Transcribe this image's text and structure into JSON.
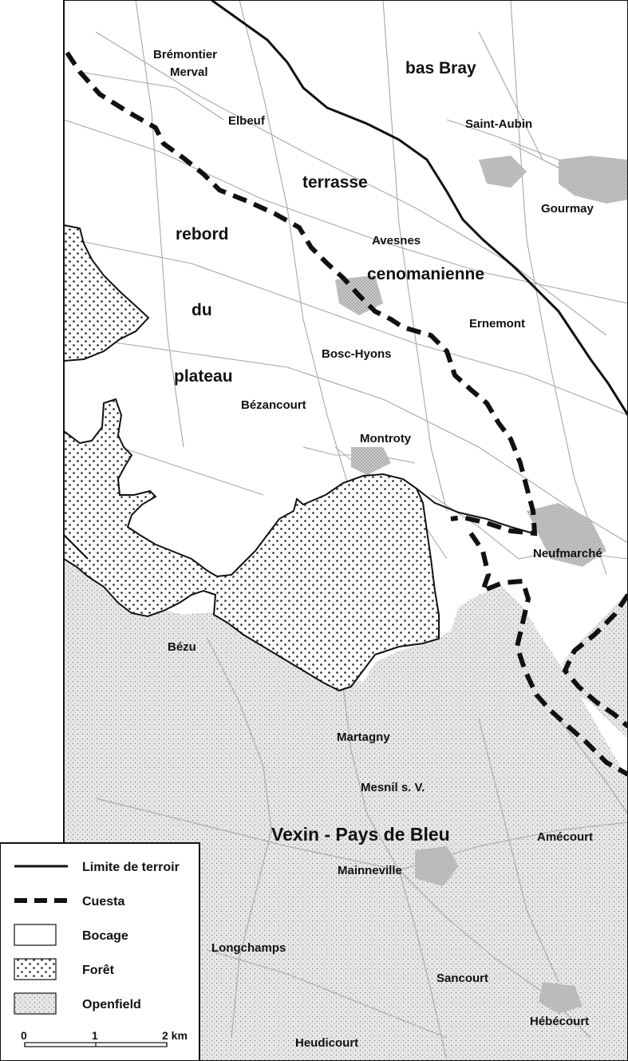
{
  "map": {
    "places": [
      {
        "id": "bremontier",
        "text": "Brémontier"
      },
      {
        "id": "merval",
        "text": "Merval"
      },
      {
        "id": "bas-bray",
        "text": "bas Bray"
      },
      {
        "id": "elbeuf",
        "text": "Elbeuf"
      },
      {
        "id": "saint-aubin",
        "text": "Saint-Aubin"
      },
      {
        "id": "terrasse",
        "text": "terrasse"
      },
      {
        "id": "gourmay",
        "text": "Gourmay"
      },
      {
        "id": "rebord",
        "text": "rebord"
      },
      {
        "id": "avesnes",
        "text": "Avesnes"
      },
      {
        "id": "cenomanienne",
        "text": "cenomanienne"
      },
      {
        "id": "du",
        "text": "du"
      },
      {
        "id": "ernemont",
        "text": "Ernemont"
      },
      {
        "id": "bosc-hyons",
        "text": "Bosc-Hyons"
      },
      {
        "id": "plateau",
        "text": "plateau"
      },
      {
        "id": "bezancourt",
        "text": "Bézancourt"
      },
      {
        "id": "montroty",
        "text": "Montroty"
      },
      {
        "id": "neufmarche",
        "text": "Neufmarché"
      },
      {
        "id": "bezu",
        "text": "Bézu"
      },
      {
        "id": "martagny",
        "text": "Martagny"
      },
      {
        "id": "mesnil",
        "text": "Mesnil s. V."
      },
      {
        "id": "vexin",
        "text": "Vexin - Pays de Bleu"
      },
      {
        "id": "amecourt",
        "text": "Amécourt"
      },
      {
        "id": "mainneville",
        "text": "Mainneville"
      },
      {
        "id": "longchamps",
        "text": "Longchamps"
      },
      {
        "id": "sancourt",
        "text": "Sancourt"
      },
      {
        "id": "hebecourt",
        "text": "Hébécourt"
      },
      {
        "id": "heudicourt",
        "text": "Heudicourt"
      }
    ]
  },
  "legend": {
    "items": [
      {
        "id": "limite",
        "label": "Limite de terroir",
        "symbol": "solid-line"
      },
      {
        "id": "cuesta",
        "label": "Cuesta",
        "symbol": "dashed-line"
      },
      {
        "id": "bocage",
        "label": "Bocage",
        "symbol": "white-box"
      },
      {
        "id": "foret",
        "label": "Forêt",
        "symbol": "dotted-box"
      },
      {
        "id": "openfield",
        "label": "Openfield",
        "symbol": "stippled-box"
      }
    ]
  },
  "scale": {
    "ticks": [
      "0",
      "1",
      "2 km"
    ],
    "unit": "km"
  },
  "colors": {
    "ink": "#111111",
    "openfield_fill": "#e6e6e6",
    "roads": "#a8a8a8",
    "paper": "#ffffff"
  }
}
